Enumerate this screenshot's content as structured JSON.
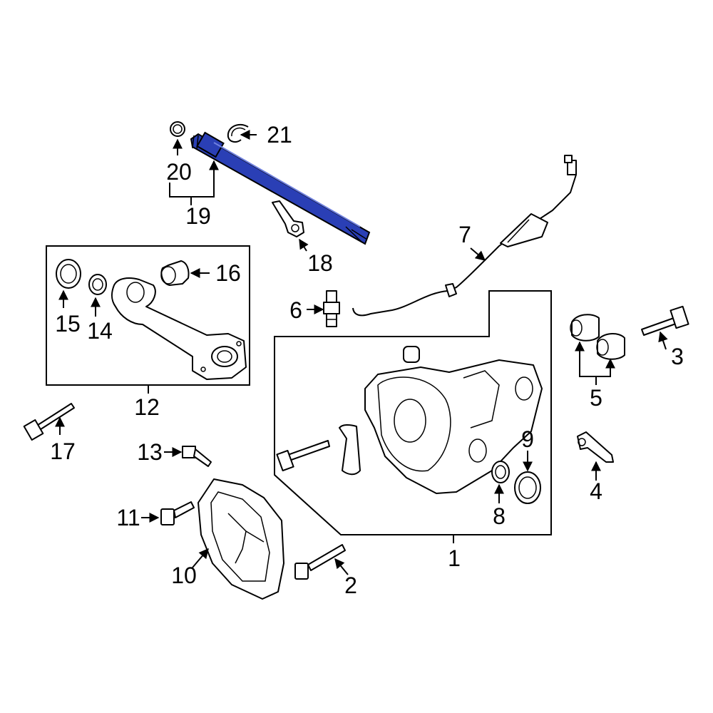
{
  "highlight_color": "#2a3fb5",
  "callouts": {
    "c1": "1",
    "c2": "2",
    "c3": "3",
    "c4": "4",
    "c5": "5",
    "c6": "6",
    "c7": "7",
    "c8": "8",
    "c9": "9",
    "c10": "10",
    "c11": "11",
    "c12": "12",
    "c13": "13",
    "c14": "14",
    "c15": "15",
    "c16": "16",
    "c17": "17",
    "c18": "18",
    "c19": "19",
    "c20": "20",
    "c21": "21"
  }
}
